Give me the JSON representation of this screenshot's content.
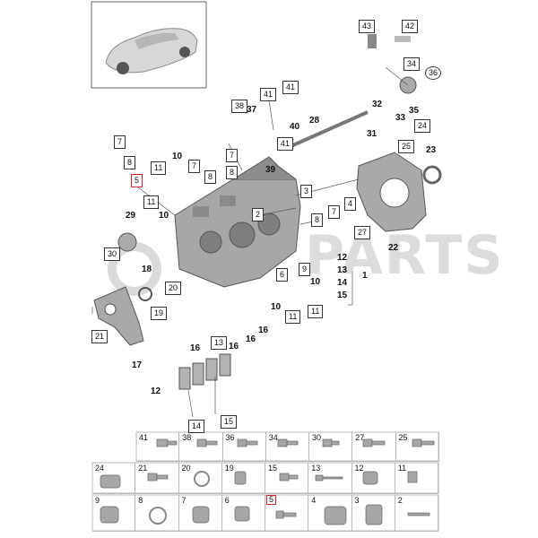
{
  "watermark": "PARTS",
  "callouts": {
    "c43": "43",
    "c42": "42",
    "c34": "34",
    "c36": "36",
    "c38": "38",
    "c37": "37",
    "c41a": "41",
    "c41b": "41",
    "c40": "40",
    "c32": "32",
    "c33": "33",
    "c35": "35",
    "c28": "28",
    "c31": "31",
    "c24": "24",
    "c25": "25",
    "c23": "23",
    "c7a": "7",
    "c8a": "8",
    "c5a": "5",
    "c10a": "10",
    "c11a": "11",
    "c7b": "7",
    "c8b": "8",
    "c7c": "7",
    "c8c": "8",
    "c39": "39",
    "c41c": "41",
    "c3": "3",
    "c11b": "11",
    "c10b": "10",
    "c2": "2",
    "c29": "29",
    "c30": "30",
    "c18": "18",
    "c20": "20",
    "c19": "19",
    "c21": "21",
    "c17": "17",
    "c8d": "8",
    "c7d": "7",
    "c4": "4",
    "c27": "27",
    "c22": "22",
    "c6": "6",
    "c9": "9",
    "c10c": "10",
    "c10d": "10",
    "c11c": "11",
    "c11d": "11",
    "c12a": "12",
    "c13a": "13",
    "c14a": "14",
    "c15a": "15",
    "c1": "1",
    "c16a": "16",
    "c16b": "16",
    "c16c": "16",
    "c16d": "16",
    "c13b": "13",
    "c12b": "12",
    "c14b": "14",
    "c15b": "15"
  },
  "grid": {
    "row1": [
      "41",
      "38",
      "36",
      "34",
      "30",
      "27",
      "25"
    ],
    "row2": [
      "24",
      "21",
      "20",
      "19",
      "15",
      "13",
      "12",
      "11"
    ],
    "row3": [
      "9",
      "8",
      "7",
      "6",
      "5",
      "4",
      "3",
      "2"
    ],
    "selected": "5"
  },
  "colors": {
    "selection": "#d0232b",
    "part_gray": "#9a9a9a",
    "line": "#333333"
  }
}
